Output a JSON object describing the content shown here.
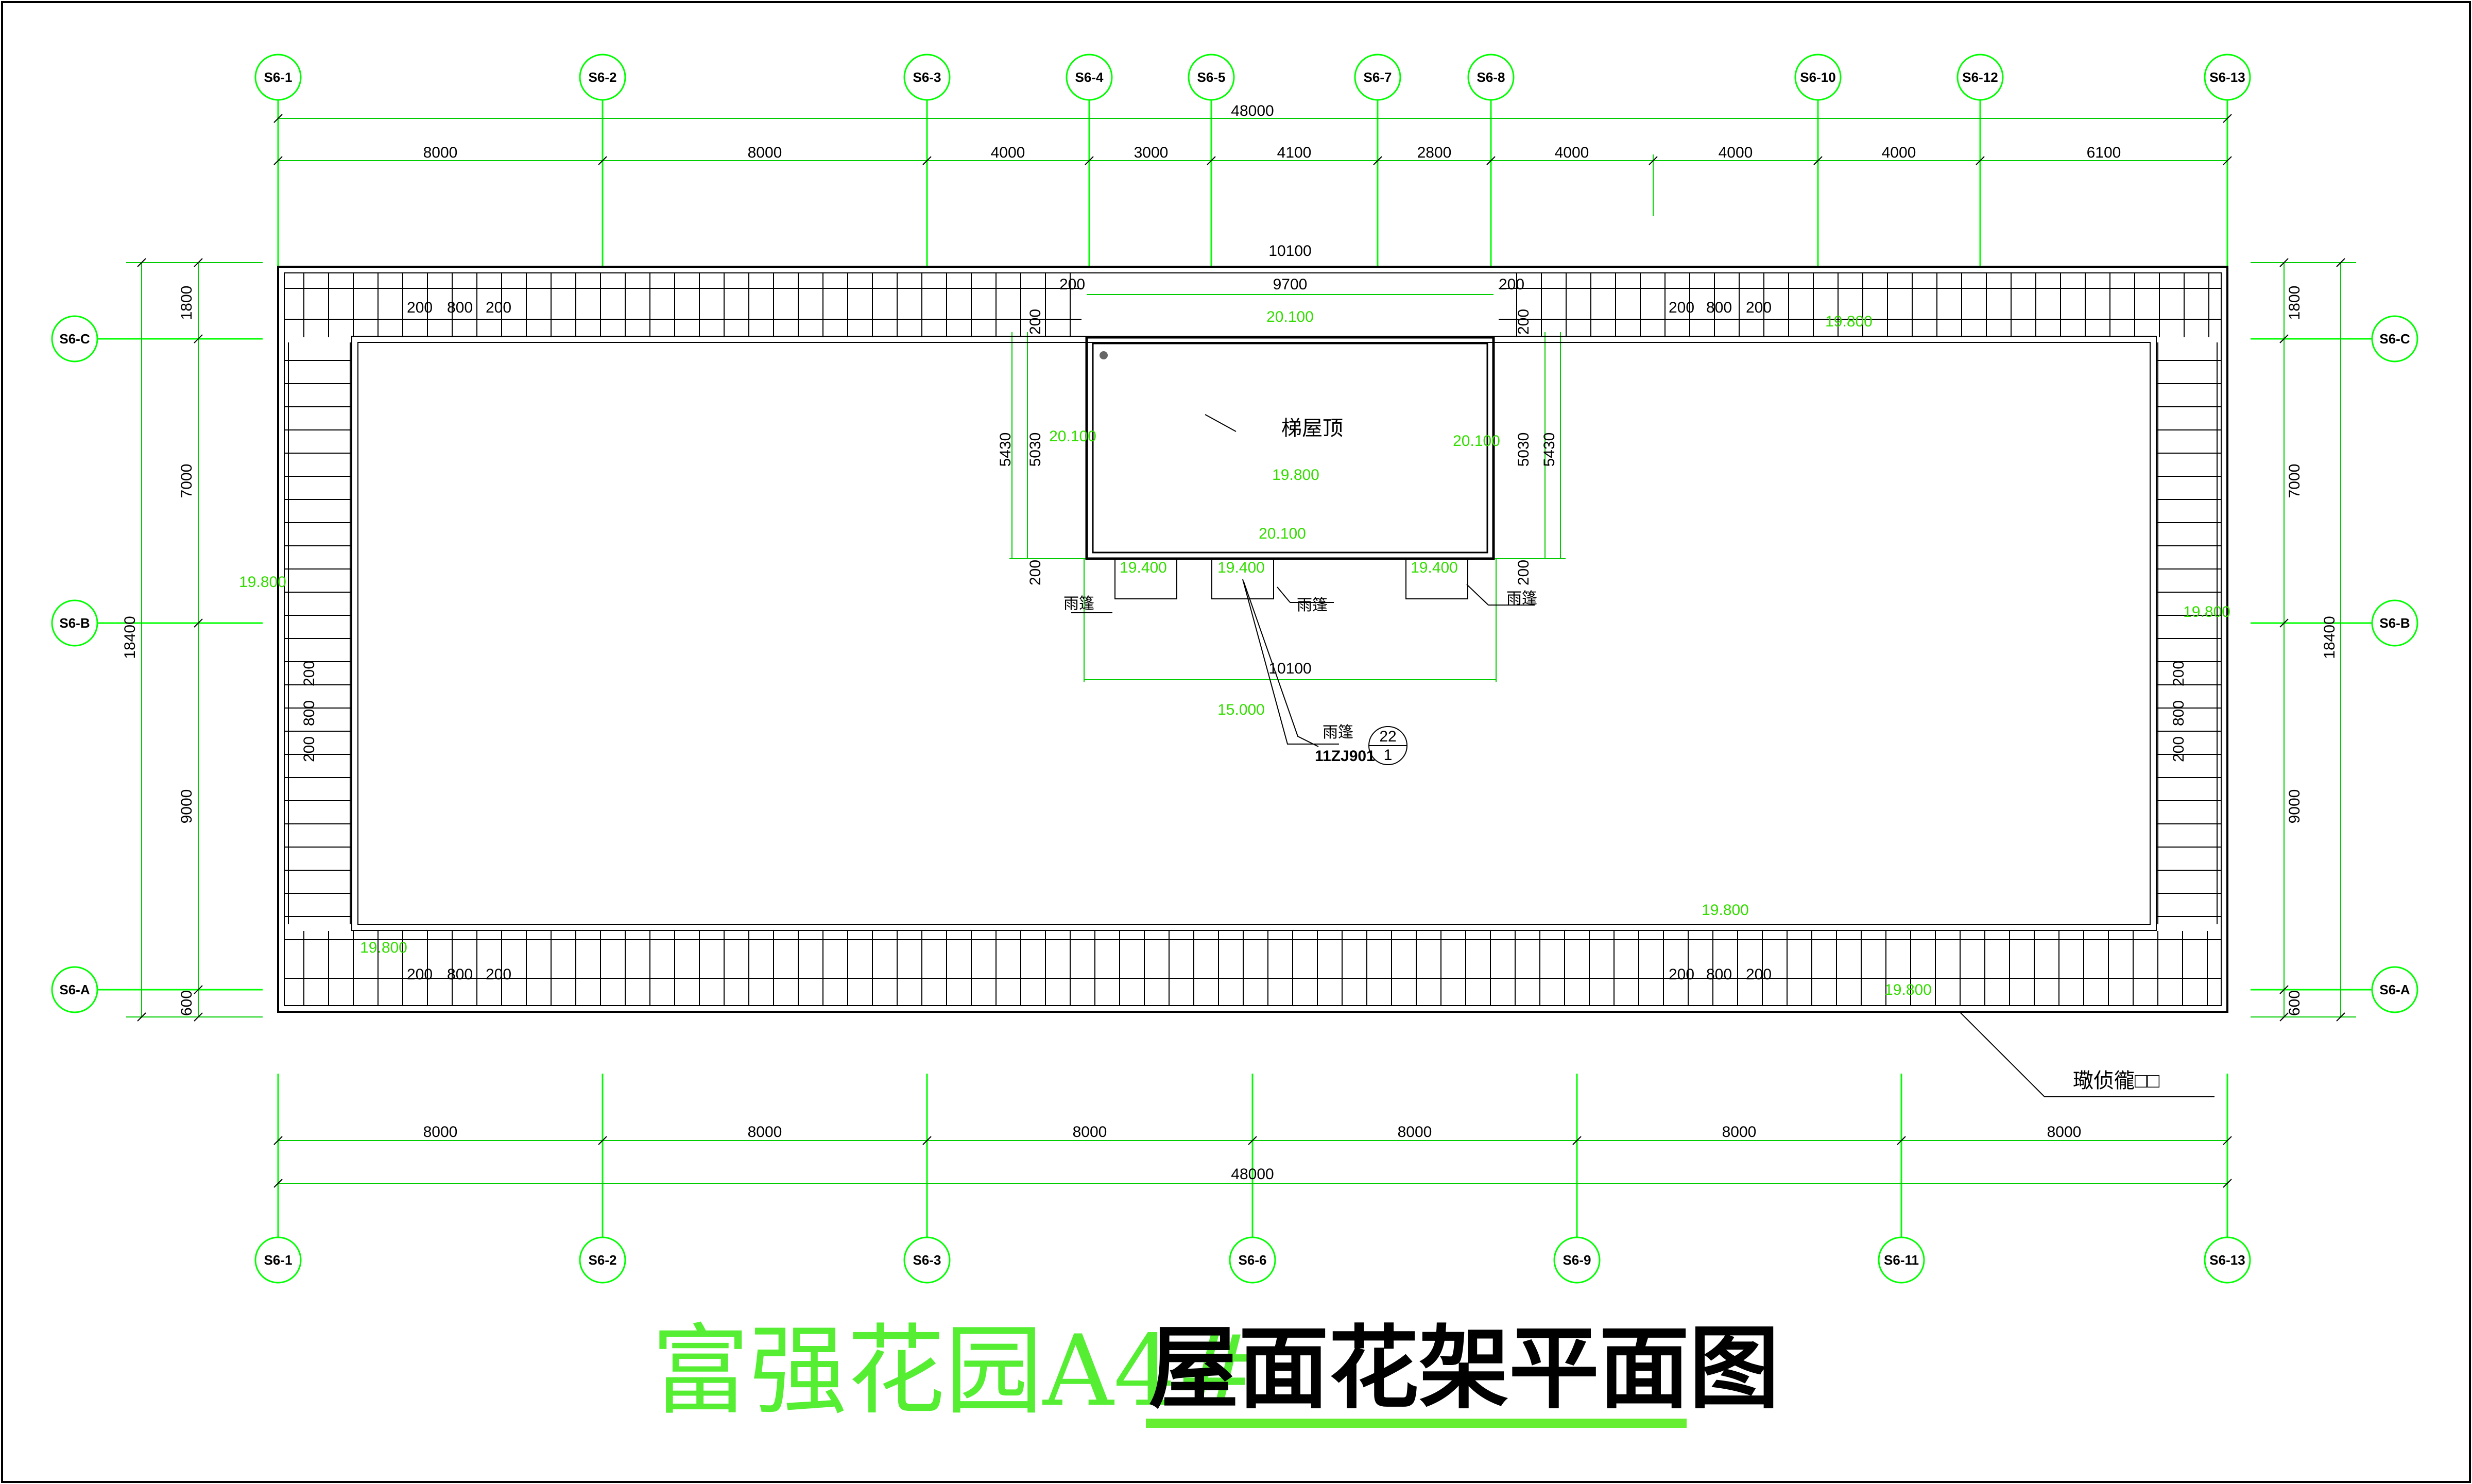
{
  "title": {
    "project": "富强花园A4#",
    "drawing": "屋面花架平面图"
  },
  "colors": {
    "grid": "#00ff00",
    "elevation": "#33dd00",
    "title_project": "#55ee33",
    "underline": "#66ee33",
    "line": "#000000"
  },
  "axes": {
    "top": [
      "S6-1",
      "S6-2",
      "S6-3",
      "S6-4",
      "S6-5",
      "S6-7",
      "S6-8",
      "S6-10",
      "S6-12",
      "S6-13"
    ],
    "bottom": [
      "S6-1",
      "S6-2",
      "S6-3",
      "S6-6",
      "S6-9",
      "S6-11",
      "S6-13"
    ],
    "left": [
      "S6-C",
      "S6-B",
      "S6-A"
    ],
    "right": [
      "S6-C",
      "S6-B",
      "S6-A"
    ]
  },
  "dims": {
    "top_total": "48000",
    "top_segments": [
      "8000",
      "8000",
      "4000",
      "3000",
      "4100",
      "2800",
      "4000",
      "4000",
      "4000",
      "6100"
    ],
    "bottom_total": "48000",
    "bottom_segments": [
      "8000",
      "8000",
      "8000",
      "8000",
      "8000",
      "8000"
    ],
    "left_total": "18400",
    "left_segments": [
      "1800",
      "7000",
      "9000",
      "600"
    ],
    "right_total": "18400",
    "right_segments": [
      "1800",
      "7000",
      "9000",
      "600"
    ],
    "stair_outer": "10100",
    "stair_inner": "9700",
    "stair_wall_left": "200",
    "stair_wall_right": "200",
    "stair_h_outer_l": "5430",
    "stair_h_inner_l": "5030",
    "stair_h_outer_r": "5430",
    "stair_h_inner_r": "5030",
    "stair_top_l": "200",
    "stair_top_r": "200",
    "stair_bot_l": "200",
    "stair_bot_r": "200",
    "canopy_width": "10100",
    "pergola_a": "200",
    "pergola_b": "800",
    "pergola_c": "200"
  },
  "elevations": {
    "roof_a": "19.800",
    "roof_b": "19.800",
    "roof_c": "19.800",
    "roof_d": "19.800",
    "roof_e": "19.800",
    "roof_f": "19.800",
    "stair_top": "20.100",
    "stair_left": "20.100",
    "stair_right": "20.100",
    "stair_bottom": "20.100",
    "stair_floor": "19.800",
    "canopy_1": "19.400",
    "canopy_2": "19.400",
    "canopy_3": "19.400",
    "canopy_low": "15.000"
  },
  "labels": {
    "stair_roof": "梯屋顶",
    "canopy_1": "雨篷",
    "canopy_2": "雨篷",
    "canopy_3": "雨篷",
    "canopy_ref": "雨篷",
    "detail_num": "22",
    "detail_sheet": "1",
    "detail_std": "11ZJ901",
    "leader_note": "璥侦徿□□"
  }
}
